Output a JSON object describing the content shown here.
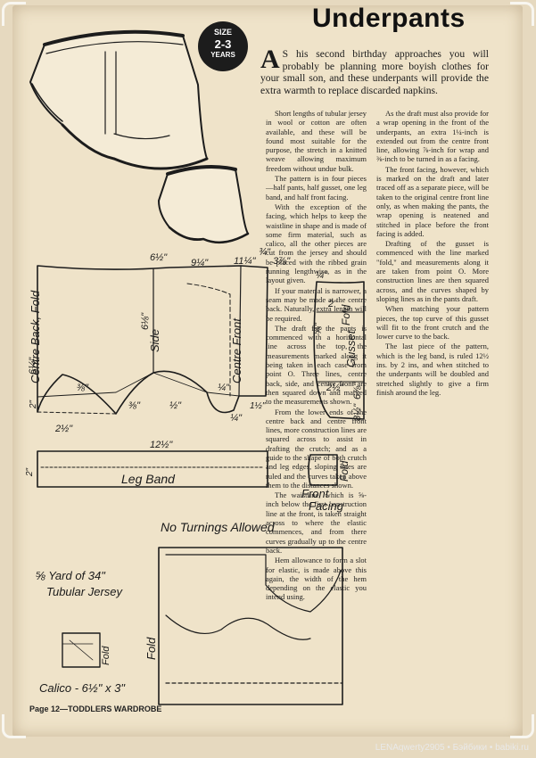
{
  "title": "Underpants",
  "badge": {
    "size": "SIZE",
    "age": "2-3",
    "years": "YEARS"
  },
  "intro": {
    "dropcap": "A",
    "text": "S his second birthday approaches you will probably be planning more boyish clothes for your small son, and these underpants will provide the extra warmth to replace discarded napkins."
  },
  "col_left": [
    "Short lengths of tubular jersey in wool or cotton are often available, and these will be found most suitable for the purpose, the stretch in a knitted weave allowing maximum freedom without undue bulk.",
    "The pattern is in four pieces —half pants, half gusset, one leg band, and half front facing.",
    "With the exception of the facing, which helps to keep the waistline in shape and is made of some firm material, such as calico, all the other pieces are cut from the jersey and should be placed with the ribbed grain running lengthwise, as in the layout given.",
    "If your material is narrower, a seam may be made at the centre back. Naturally, extra length will be required.",
    "The draft for the pants is commenced with a horizontal line across the top, the measurements marked along it being taken in each case from point O. Three lines, centre back, side, and centre front are then squared down and marked to the measurements shown.",
    "From the lower ends of the centre back and centre front lines, more construction lines are squared across to assist in drafting the crutch; and as a guide to the shape of both crutch and leg edges, sloping lines are ruled and the curves taken above them to the distances shown.",
    "The waistline, which is ⅝-inch below the first construction line at the front, is taken straight across to where the elastic commences, and from there curves gradually up to the centre back.",
    "Hem allowance to form a slot for elastic, is made above this again, the width of the hem depending on the elastic you intend using."
  ],
  "col_right": [
    "As the draft must also provide for a wrap opening in the front of the underpants, an extra 1¼-inch is extended out from the centre front line, allowing ⅞-inch for wrap and ⅜-inch to be turned in as a facing.",
    "The front facing, however, which is marked on the draft and later traced off as a separate piece, will be taken to the original centre front line only, as when making the pants, the wrap opening is neatened and stitched in place before the front facing is added.",
    "Drafting of the gusset is commenced with the line marked \"fold,\" and measurements along it are taken from point O. More construction lines are then squared across, and the curves shaped by sloping lines as in the pants draft.",
    "When matching your pattern pieces, the top curve of this gusset will fit to the front crutch and the lower curve to the back.",
    "The last piece of the pattern, which is the leg band, is ruled 12½ ins. by 2 ins, and when stitched to the underpants will be doubled and stretched slightly to give a firm finish around the leg."
  ],
  "diagram": {
    "m_top": "6½\"",
    "m_9q": "9¼\"",
    "m_11": "11¼\"",
    "m_3q": "¾\"",
    "m_3e": "3⅞\"",
    "m_centre_back": "6¼\"",
    "m_side": "6⅛\"",
    "m_cb_low": "2\"",
    "m_back_curve": "⅜\"",
    "m_side_curve": "⅜\"",
    "m_mid_curve": "½\"",
    "m_front_q": "¼\"",
    "m_front_low": "1½\"",
    "m_front_q2": "¼\"",
    "m_bottom": "2½\"",
    "label_centre_back_fold": "Centre Back, Fold",
    "label_side": "Side",
    "label_centre_front": "Centre Front",
    "gusset_q1": "¼\"",
    "gusset_2": "2\"",
    "gusset_5e": "⅝\"",
    "gusset_6e": "6⅞\"",
    "gusset_22": "2½\"",
    "gusset_82": "8½\"",
    "gusset_fold": "Fold",
    "label_gusset": "Gusset",
    "leg_band_12": "12½\"",
    "leg_band_2": "2\"",
    "label_leg_band": "Leg Band",
    "facing_fold": "Fold",
    "front_facing_1": "Front",
    "front_facing_2": "Facing",
    "no_turnings": "No Turnings Allowed",
    "jersey_line1": "⅝ Yard of 34\"",
    "jersey_line2": "Tubular Jersey",
    "layout_fold": "Fold",
    "calico_fold": "Fold",
    "calico": "Calico - 6½\" x 3\""
  },
  "footer": {
    "page": "Page 12",
    "sep": "—",
    "book": "TODDLERS WARDROBE"
  },
  "watermark": "LENAqwerty2905 • Бэйбики • babiki.ru"
}
